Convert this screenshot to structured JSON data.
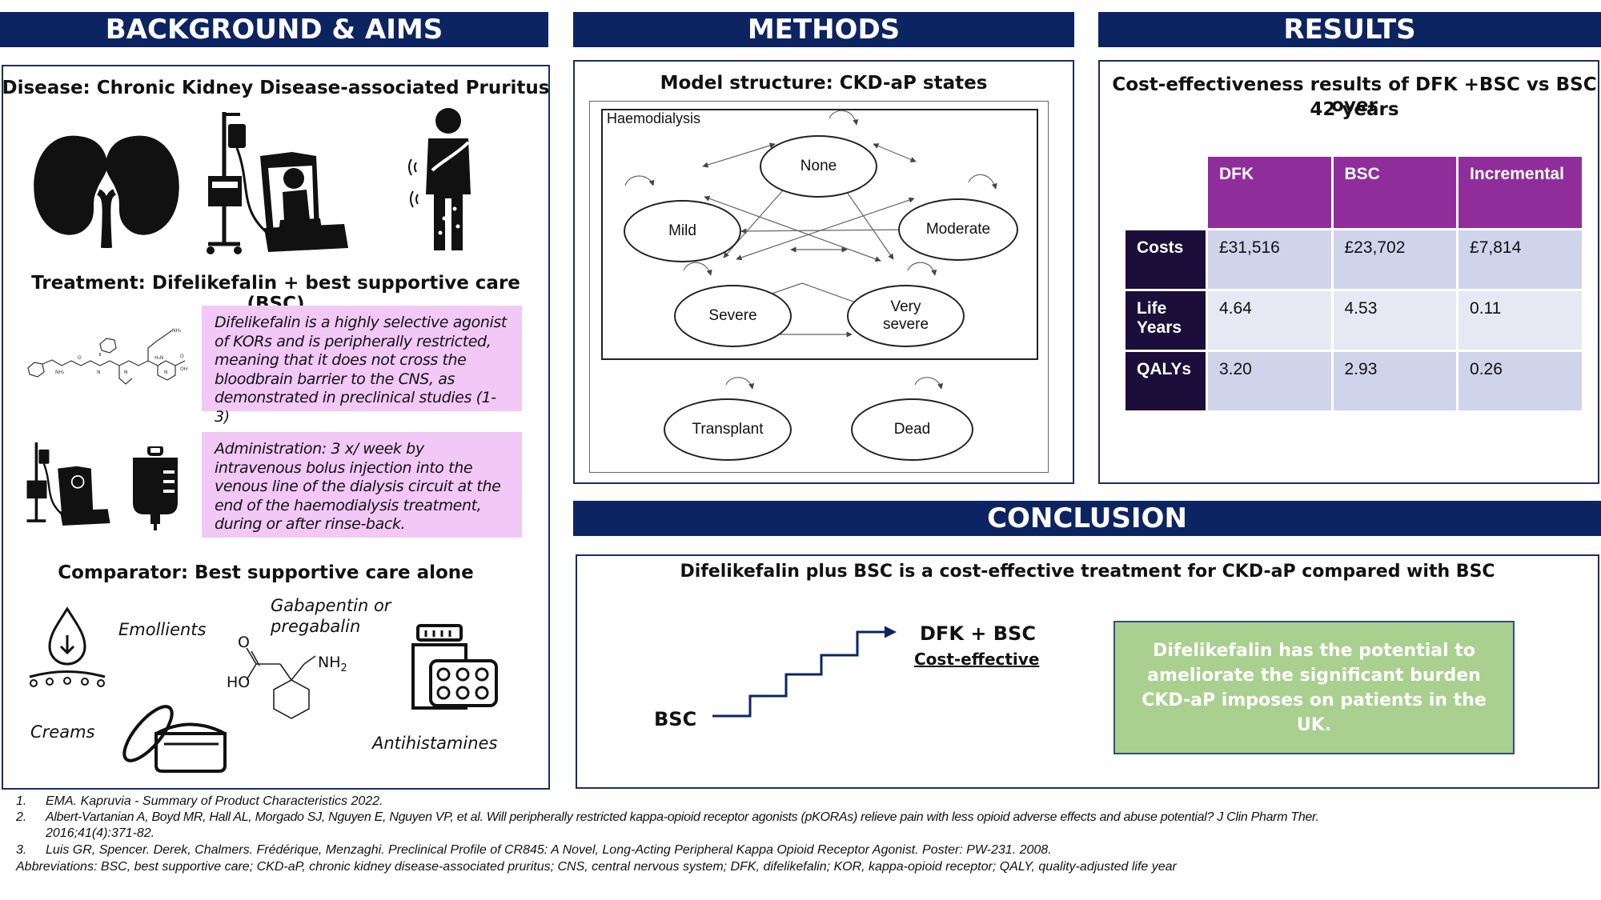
{
  "sections": {
    "background": "BACKGROUND & AIMS",
    "methods": "METHODS",
    "results": "RESULTS",
    "conclusion": "CONCLUSION"
  },
  "background": {
    "disease_title": "Disease: Chronic  Kidney Disease-associated Pruritus",
    "treatment_title": "Treatment: Difelikefalin + best supportive care (BSC)",
    "mechanism_text": "Difelikefalin is a highly selective agonist of KORs and is peripherally restricted, meaning that it does not cross the bloodbrain barrier to the CNS, as demonstrated in preclinical studies (1-3)",
    "administration_text": "Administration: 3 x/ week by intravenous bolus injection into the venous line of the dialysis circuit at the end of the haemodialysis treatment, during or after rinse-back.",
    "comparator_title": "Comparator: Best supportive care alone",
    "comparators": {
      "emollients": "Emollients",
      "gabapentin_line1": "Gabapentin or",
      "gabapentin_line2": "pregabalin",
      "creams": "Creams",
      "antihistamines": "Antihistamines"
    },
    "molecule_labels": {
      "o": "O",
      "ho": "HO",
      "nh2": "NH",
      "nh2_sub": "2"
    }
  },
  "methods": {
    "title": "Model structure: CKD-aP states",
    "box_label": "Haemodialysis",
    "states": {
      "none": "None",
      "mild": "Mild",
      "moderate": "Moderate",
      "severe": "Severe",
      "very_severe_line1": "Very",
      "very_severe_line2": "severe",
      "transplant": "Transplant",
      "dead": "Dead"
    }
  },
  "results": {
    "title_line1": "Cost-effectiveness results of DFK +BSC vs BSC over",
    "title_line2": "42 years",
    "columns": [
      "DFK",
      "BSC",
      "Incremental"
    ],
    "rows": [
      {
        "label_line1": "Costs",
        "label_line2": "",
        "values": [
          "£31,516",
          "£23,702",
          "£7,814"
        ]
      },
      {
        "label_line1": "Life",
        "label_line2": "Years",
        "values": [
          "4.64",
          "4.53",
          "0.11"
        ]
      },
      {
        "label_line1": "QALYs",
        "label_line2": "",
        "values": [
          "3.20",
          "2.93",
          "0.26"
        ]
      }
    ]
  },
  "conclusion": {
    "headline": "Difelikefalin plus BSC is a cost-effective treatment for CKD-aP compared with BSC",
    "stair_start": "BSC",
    "stair_end": "DFK + BSC",
    "stair_end_sub": "Cost-effective",
    "box_text": "Difelikefalin has the potential to ameliorate the significant burden CKD-aP imposes on patients in the UK."
  },
  "references": [
    {
      "num": "1.",
      "text": "EMA. Kapruvia - Summary of Product Characteristics 2022."
    },
    {
      "num": "2.",
      "text": "Albert-Vartanian A, Boyd MR, Hall AL, Morgado SJ, Nguyen E, Nguyen VP, et al. Will peripherally restricted kappa-opioid receptor agonists (pKORAs) relieve pain with less opioid adverse effects and abuse potential? J Clin Pharm Ther."
    },
    {
      "num": "",
      "text": "2016;41(4):371-82."
    },
    {
      "num": "3.",
      "text": "Luis GR, Spencer. Derek, Chalmers. Frédérique, Menzaghi.  Preclinical Profile of CR845: A Novel, Long-Acting Peripheral Kappa Opioid Receptor Agonist. Poster: PW-231. 2008."
    }
  ],
  "abbreviations": "Abbreviations: BSC, best supportive care; CKD-aP, chronic kidney disease-associated pruritus; CNS, central nervous system; DFK, difelikefalin; KOR, kappa-opioid receptor; QALY, quality-adjusted life year",
  "colors": {
    "banner": "#0c2461",
    "pink_box": "#f2c8f6",
    "green_box": "#a9d08e",
    "table_header": "#8f2e9b",
    "table_row_header": "#1c0e3a"
  }
}
